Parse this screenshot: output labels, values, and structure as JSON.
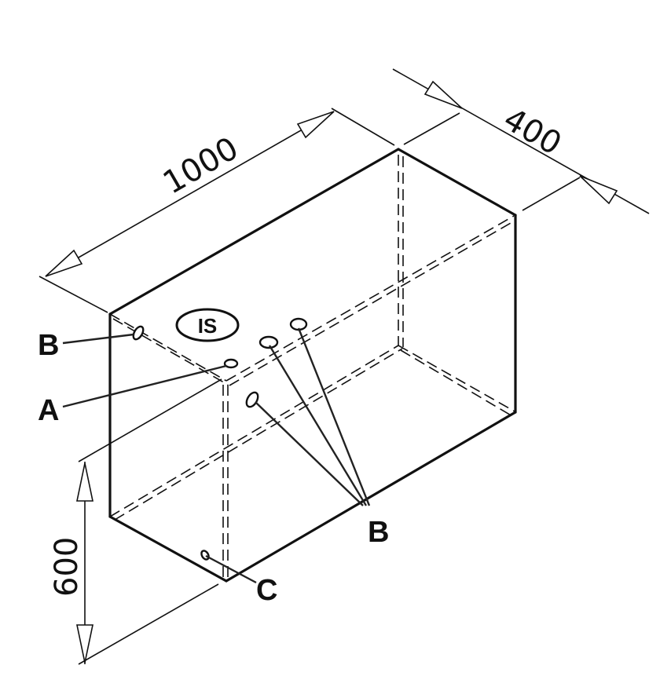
{
  "dimensions": {
    "length": "1000",
    "depth": "400",
    "height": "600"
  },
  "badge": "IS",
  "labels": {
    "a": "A",
    "b_left": "B",
    "b_group": "B",
    "c": "C"
  }
}
